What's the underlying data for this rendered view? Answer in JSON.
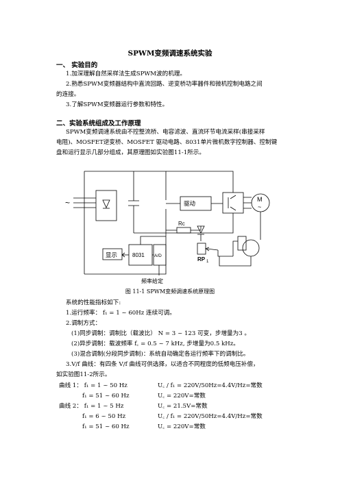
{
  "doc": {
    "title": "SPWM变频调速系统实验",
    "sec1": {
      "heading": "一、 实验目的",
      "items": [
        "1.加深理解自然采样法生成SPWM波的机理。",
        "2.熟悉SPWM变频器结构中直流回路、逆变桥功率器件和微机控制电路之间",
        "的连接。",
        "3.了解SPWM变频器运行参数和特性。"
      ]
    },
    "sec2": {
      "heading": "二、实验系统组成及工作原理",
      "para": [
        "SPWM变频调速系统由不控整流桥、电容滤波、直流环节电流采样(串接采样",
        "电阻)、MOSFET逆变桥、MOSFET 驱动电路、8031单片微机数字控制器、控制键",
        "盘和运行显示几部分组成，其原理图如实验图11-1所示。"
      ]
    },
    "diagram": {
      "tilde": "~",
      "drive": "驱动",
      "rc": "Rc",
      "rp": "RP",
      "rp_sub": "1",
      "motor": "M",
      "motor_tilde": "~",
      "display": "显示",
      "mcu": "8031",
      "adc": "A/D",
      "freq_set": "频率给定",
      "caption": "图 11-1   SPWM变频调速系统原理图"
    },
    "specs": {
      "intro": "系统的性能指标如下:",
      "l1": "1.运行频率：  f₁ = 1 ~ 60Hz 连续可调。",
      "l2": "2.调制方式：",
      "l3": "(1)同步调制：调制比（载波比） N = 3 ~ 123 可变，步增量为3 。",
      "l4": "(2)异步调制：载波频率 f꜀ = 0.5 ~ 7 kHz, 步增量为0.5 kHz。",
      "l5": "(3)混合调制(分段同步调制)：系统自动确定各运行频率下的调制比。",
      "l6": "3.V/f 曲线：有四条 V/f 曲线可供选择，以适合不同程度的低频电压补偿，",
      "l7": "如实验图11-2所示。",
      "c1a_l": "曲线 1：  f₁ = 1 ~ 50 Hz",
      "c1a_r": "U꜀ / f₁ = 220V/50Hz=4.4V/Hz=常数",
      "c1b_l": "f₁ = 51 ~ 60 Hz",
      "c1b_r": "U꜀ = 220V=常数",
      "c2a_l": "曲线 2：  f₁ = 1 ~ 5 Hz",
      "c2a_r": "U꜀ = 21.5V=常数",
      "c2b_l": "f₁ = 6 ~ 50 Hz",
      "c2b_r": "U꜀ / f₁ = 220V/50Hz=4.4V/Hz=常数",
      "c2c_l": "f₁ = 51 ~ 60 Hz",
      "c2c_r": "U꜀ = 220V=常数"
    }
  }
}
